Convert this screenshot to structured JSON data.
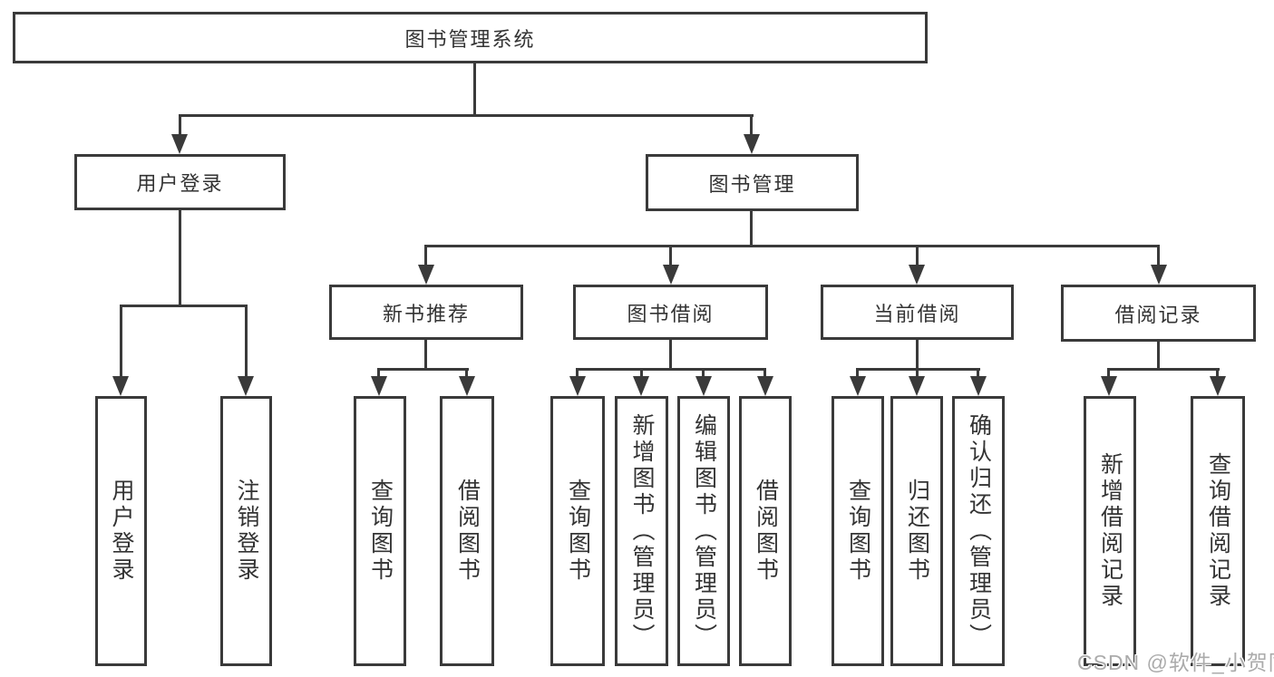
{
  "tree": {
    "label": "图书管理系统",
    "children": [
      {
        "label": "用户登录",
        "children": [
          {
            "label": "用户登录"
          },
          {
            "label": "注销登录"
          }
        ]
      },
      {
        "label": "图书管理",
        "children": [
          {
            "label": "新书推荐",
            "children": [
              {
                "label": "查询图书"
              },
              {
                "label": "借阅图书"
              }
            ]
          },
          {
            "label": "图书借阅",
            "children": [
              {
                "label": "查询图书"
              },
              {
                "label": "新增图书（管理员）"
              },
              {
                "label": "编辑图书（管理员）"
              },
              {
                "label": "借阅图书"
              }
            ]
          },
          {
            "label": "当前借阅",
            "children": [
              {
                "label": "查询图书"
              },
              {
                "label": "归还图书"
              },
              {
                "label": "确认归还（管理员）"
              }
            ]
          },
          {
            "label": "借阅记录",
            "children": [
              {
                "label": "新增借阅记录"
              },
              {
                "label": "查询借阅记录"
              }
            ]
          }
        ]
      }
    ]
  },
  "watermark": {
    "text": "CSDN @软件_小贺同学"
  },
  "colors": {
    "line": "#3a3a3a",
    "box_border": "#3a3a3a",
    "text": "#333333",
    "background": "#ffffff",
    "watermark": "#ababab"
  }
}
